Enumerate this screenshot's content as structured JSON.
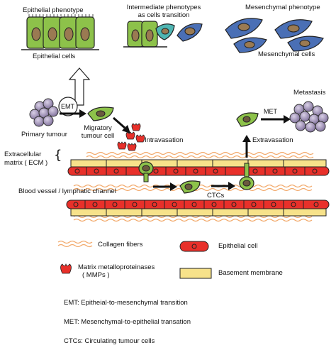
{
  "top": {
    "epithelial_phenotype": "Epithelial phenotype",
    "epithelial_cells": "Epithelial cells",
    "intermediate_line1": "Intermediate phenotypes",
    "intermediate_line2": "as cells transition",
    "mesenchymal_phenotype": "Mesenchymal phenotype",
    "mesenchymal_cells": "Mesenchymal cells"
  },
  "process": {
    "emt": "EMT",
    "met": "MET",
    "primary_tumour": "Primary tumour",
    "migratory_line1": "Migratory",
    "migratory_line2": "tumour cell",
    "intravasation": "Intravasation",
    "metastasis": "Metastasis",
    "extravasation": "Extravasation",
    "ecm_line1": "Extracellular",
    "ecm_line2": "matrix ( ECM )",
    "vessel": "Blood vessel / lymphatic channel",
    "ctcs": "CTCs"
  },
  "legend": {
    "collagen": "Collagen fibers",
    "epithelial_cell": "Epithelial cell",
    "mmp_line1": "Matrix metalloproteinases",
    "mmp_line2": "( MMPs )",
    "basement": "Basement membrane"
  },
  "definitions": {
    "emt": "EMT: Epitheial-to-mesenchymal transition",
    "met": "MET: Mesenchymal-to-epithelial transation",
    "ctcs": "CTCs: Circulating tumour cells"
  },
  "colors": {
    "epithelial_green": "#8dc24a",
    "cell_red": "#e8302a",
    "membrane_yellow": "#f7e28a",
    "collagen_orange": "#f2a96b",
    "mesenchymal_blue": "#4a6fb5",
    "nucleus_brown": "#9a7a52",
    "tumour_purple": "#9a8ab0",
    "teal": "#4fb6b3"
  }
}
